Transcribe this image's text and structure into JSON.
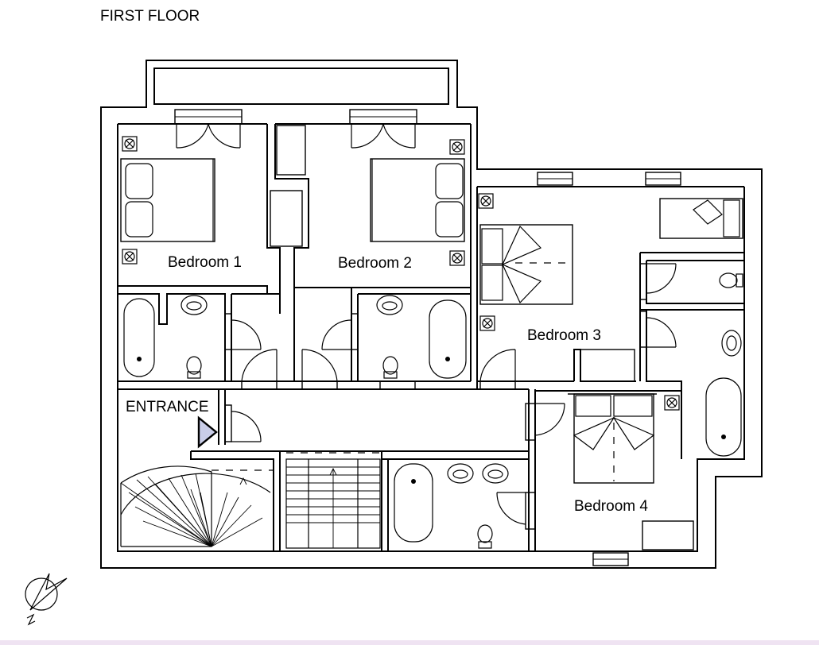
{
  "floor_title": "FIRST FLOOR",
  "rooms": {
    "bedroom_1": "Bedroom 1",
    "bedroom_2": "Bedroom 2",
    "bedroom_3": "Bedroom 3",
    "bedroom_4": "Bedroom 4",
    "entrance": "ENTRANCE"
  },
  "icons": {
    "compass": "north-compass-icon",
    "entrance_arrow": "entrance-arrow-icon",
    "stair_arrow": "stair-direction-arrow-icon"
  },
  "colors": {
    "walls": "#000000",
    "entrance_arrow_fill": "#c9cde8",
    "footer_bar": "#efe3f2"
  }
}
